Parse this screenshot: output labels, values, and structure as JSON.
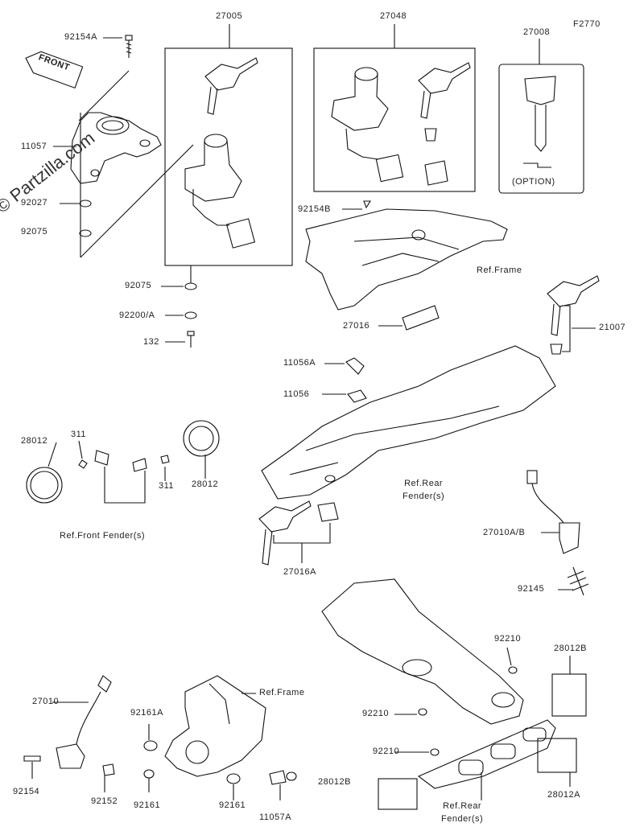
{
  "figure_code": "F2770",
  "watermark": "© Partzilla.com",
  "front_arrow": "FRONT",
  "option_note": "(OPTION)",
  "parts": {
    "p92154A": "92154A",
    "p27005": "27005",
    "p27048": "27048",
    "p27008": "27008",
    "p11057": "11057",
    "p92027": "92027",
    "p92075a": "92075",
    "p92075b": "92075",
    "p92200A": "92200/A",
    "p132": "132",
    "p92154B": "92154B",
    "p27016": "27016",
    "p21007": "21007",
    "p11056A": "11056A",
    "p11056": "11056",
    "p28012a": "28012",
    "p311a": "311",
    "p311b": "311",
    "p28012b": "28012",
    "p27010AB": "27010A/B",
    "p92145": "92145",
    "p27016A": "27016A",
    "p92210a": "92210",
    "p92210b": "92210",
    "p92210c": "92210",
    "p28012B_1": "28012B",
    "p28012B_2": "28012B",
    "p28012A": "28012A",
    "p27010": "27010",
    "p92161A": "92161A",
    "p92154": "92154",
    "p92152": "92152",
    "p92161a": "92161",
    "p92161b": "92161",
    "p11057A": "11057A"
  },
  "refs": {
    "frame1": "Ref.Frame",
    "rear_fender1": "Ref.Rear\nFender(s)",
    "front_fender": "Ref.Front Fender(s)",
    "frame2": "Ref.Frame",
    "rear_fender2": "Ref.Rear\nFender(s)"
  }
}
